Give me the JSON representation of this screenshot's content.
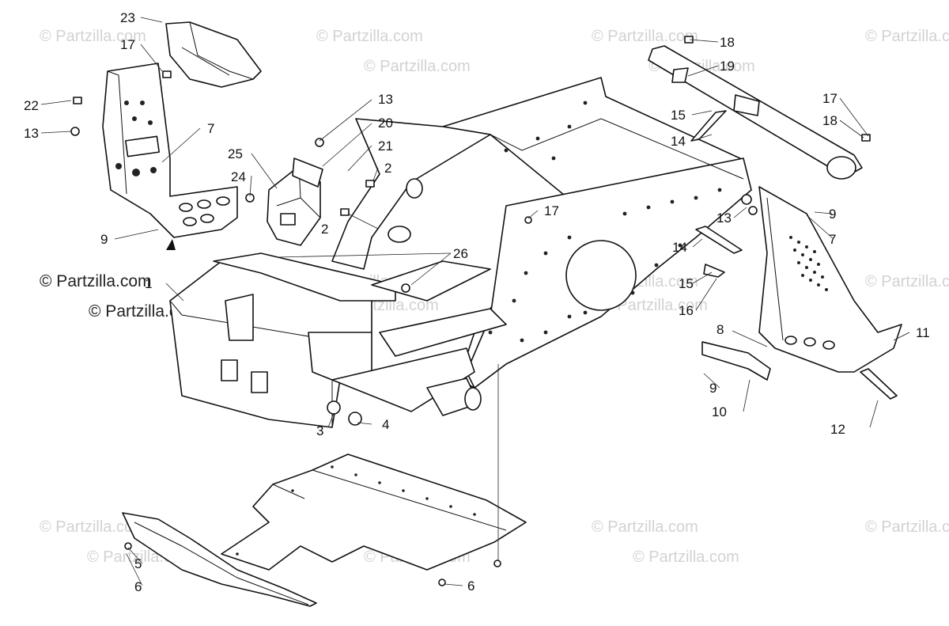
{
  "watermark": "© Partzilla.com",
  "brand_label": "© Partzilla.com",
  "callouts": {
    "c1": "1",
    "c2a": "2",
    "c2b": "2",
    "c3": "3",
    "c4": "4",
    "c5": "5",
    "c6a": "6",
    "c6b": "6",
    "c7a": "7",
    "c7b": "7",
    "c8": "8",
    "c9a": "9",
    "c9b": "9",
    "c9c": "9",
    "c10": "10",
    "c11": "11",
    "c12": "12",
    "c13a": "13",
    "c13b": "13",
    "c13c": "13",
    "c14a": "14",
    "c14b": "14",
    "c15a": "15",
    "c15b": "15",
    "c16": "16",
    "c17a": "17",
    "c17b": "17",
    "c17c": "17",
    "c18a": "18",
    "c18b": "18",
    "c19": "19",
    "c20": "20",
    "c21": "21",
    "c22": "22",
    "c23": "23",
    "c24": "24",
    "c25": "25",
    "c26": "26"
  }
}
